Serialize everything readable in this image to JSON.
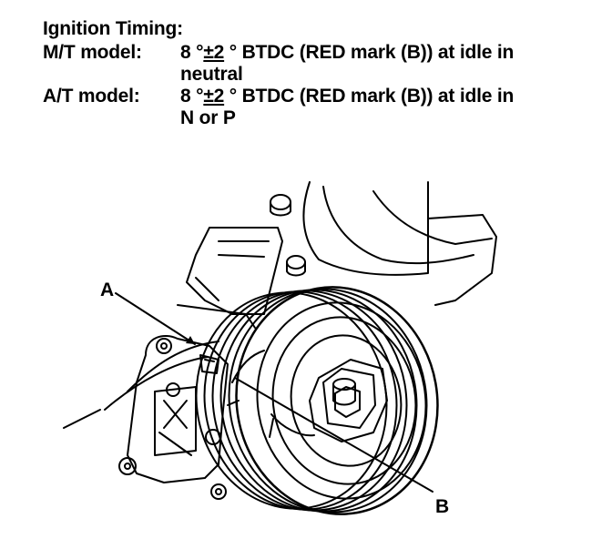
{
  "spec": {
    "title": "Ignition Timing:",
    "rows": [
      {
        "label": "M/T model:",
        "value_pre": "8 °",
        "value_pm": "±2",
        "value_post": " ° BTDC (RED mark (B)) at idle in",
        "value_cont": "neutral"
      },
      {
        "label": "A/T model:",
        "value_pre": "8 °",
        "value_pm": "±2",
        "value_post": " ° BTDC (RED mark (B)) at idle in",
        "value_cont": "N or P"
      }
    ]
  },
  "figure": {
    "callout_a": "A",
    "callout_b": "B"
  }
}
